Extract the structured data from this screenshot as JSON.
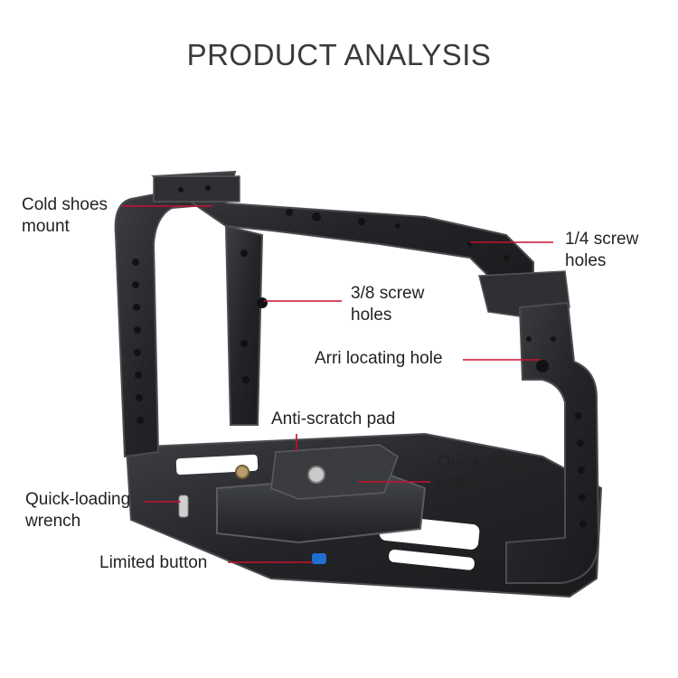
{
  "title": "PRODUCT ANALYSIS",
  "labels": {
    "cold_shoe": "Cold shoes\nmount",
    "quarter_screw": "1/4 screw\nholes",
    "three_eighths_screw": "3/8 screw\nholes",
    "arri_hole": "Arri locating hole",
    "anti_scratch": "Anti-scratch pad",
    "quick_release": "Quick release\nplate",
    "quick_loading": "Quick-loading\nwrench",
    "limited_button": "Limited button"
  },
  "colors": {
    "leader_line": "#c8102e",
    "metal": "#2a2b2e",
    "metal_edge": "#4a4c50",
    "button_blue": "#1f6fd1"
  }
}
